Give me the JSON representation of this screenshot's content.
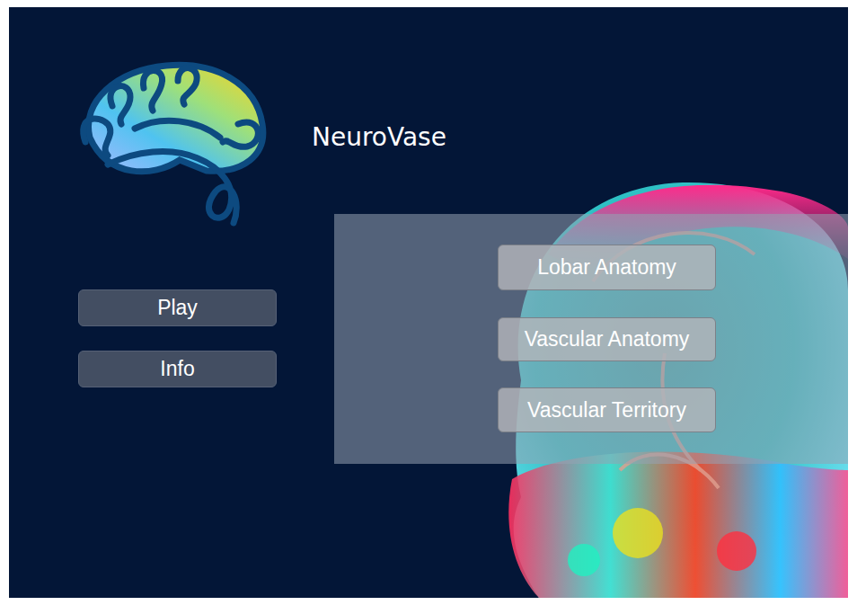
{
  "diagram": {
    "title": "NeuroVase",
    "nodes": [
      {
        "text": [
          "Play"
        ]
      },
      {
        "text": [
          "Info"
        ]
      },
      {
        "text": [
          "Lobar Anatomy"
        ]
      },
      {
        "text": [
          "Vascular Anatomy"
        ]
      },
      {
        "text": [
          "Vascular Territory"
        ]
      }
    ]
  }
}
